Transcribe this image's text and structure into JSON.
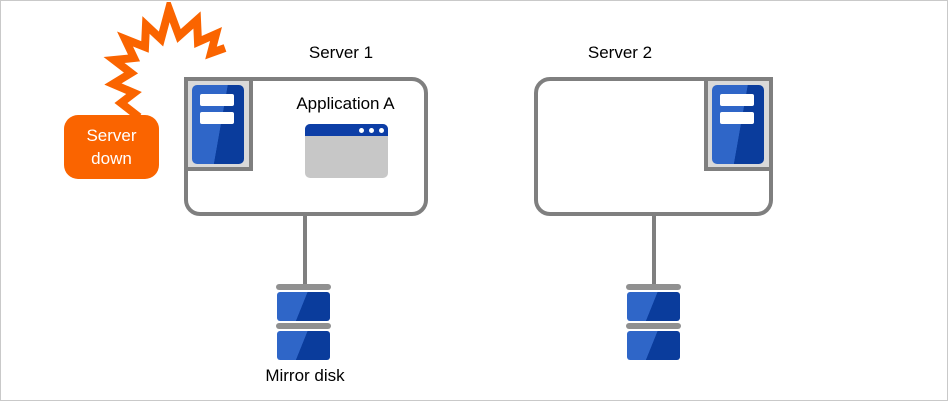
{
  "alert": {
    "line1": "Server",
    "line2": "down",
    "icon": "shock-lightning-icon"
  },
  "servers": [
    {
      "title": "Server 1",
      "app_label": "Application A",
      "icon": "server-tower-icon"
    },
    {
      "title": "Server 2",
      "icon": "server-tower-icon"
    }
  ],
  "disk": {
    "label": "Mirror disk",
    "icon": "mirror-disk-icon"
  },
  "colors": {
    "orange": "#FA6400",
    "gray-border": "#7F7F7F",
    "frame-bg": "#D9D9D9",
    "blue-light": "#2F66C8",
    "blue-dark": "#0A3C9C",
    "titlebar-blue": "#0D3EA6",
    "window-body": "#C7C7C7",
    "disk-gray": "#909090",
    "canvas-border": "#C9C9C9",
    "text": "#000000"
  }
}
